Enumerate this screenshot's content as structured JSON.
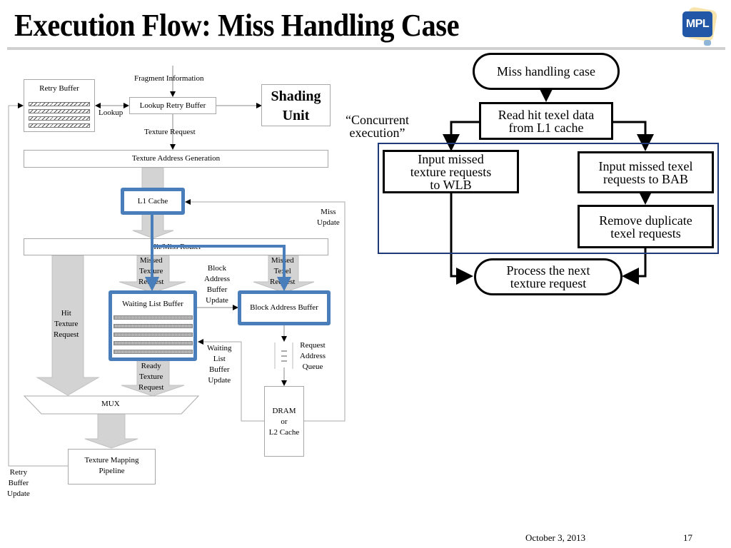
{
  "slide": {
    "title": "Execution Flow: Miss Handling Case",
    "logo_text": "MPL",
    "date": "October 3, 2013",
    "page_number": "17"
  },
  "architecture": {
    "fragment_information": "Fragment Information",
    "retry_buffer": "Retry Buffer",
    "lookup": "Lookup",
    "lookup_retry_buffer": "Lookup Retry Buffer",
    "shading_unit_line1": "Shading",
    "shading_unit_line2": "Unit",
    "texture_request": "Texture Request",
    "texture_address_generation": "Texture Address Generation",
    "l1_cache": "L1 Cache",
    "miss_update_line1": "Miss",
    "miss_update_line2": "Update",
    "hit_miss_router": "Hit/Miss Router",
    "hit_texture_request": [
      "Hit",
      "Texture",
      "Request"
    ],
    "missed_texture_request": [
      "Missed",
      "Texture",
      "Request"
    ],
    "missed_texel_request": [
      "Missed",
      "Texel",
      "Request"
    ],
    "bab_update": [
      "Block",
      "Address",
      "Buffer",
      "Update"
    ],
    "waiting_list_buffer": "Waiting List Buffer",
    "block_address_buffer": "Block Address Buffer",
    "request_address_queue": [
      "Request",
      "Address",
      "Queue"
    ],
    "wlb_update": [
      "Waiting",
      "List",
      "Buffer",
      "Update"
    ],
    "ready_texture_request": [
      "Ready",
      "Texture",
      "Request"
    ],
    "mux": "MUX",
    "dram": [
      "DRAM",
      "or",
      "L2 Cache"
    ],
    "texture_mapping_pipeline": [
      "Texture Mapping",
      "Pipeline"
    ],
    "retry_buffer_update": [
      "Retry",
      "Buffer",
      "Update"
    ],
    "highlight_color": "#4a7ebb"
  },
  "flowchart": {
    "start": "Miss handling case",
    "read_hit": [
      "Read hit texel data",
      "from L1 cache"
    ],
    "concurrent_label": [
      "“Concurrent",
      "execution”"
    ],
    "input_wlb": [
      "Input missed",
      "texture requests",
      "to WLB"
    ],
    "input_bab": [
      "Input missed texel",
      "requests to BAB"
    ],
    "remove_dup": [
      "Remove duplicate",
      "texel requests"
    ],
    "end": [
      "Process the next",
      "texture request"
    ],
    "concurrent_box_color": "#1f3a78"
  }
}
